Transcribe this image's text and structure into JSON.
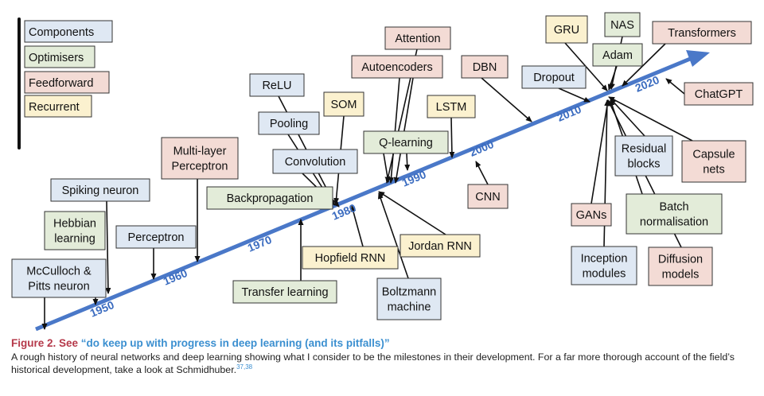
{
  "legend": [
    {
      "label": "Components",
      "category": "components"
    },
    {
      "label": "Optimisers",
      "category": "optimisers"
    },
    {
      "label": "Feedforward",
      "category": "feedforward"
    },
    {
      "label": "Recurrent",
      "category": "recurrent"
    }
  ],
  "colors": {
    "components": "#dfe8f3",
    "optimisers": "#e3ecd9",
    "feedforward": "#f3dbd5",
    "recurrent": "#fbf1cf",
    "timeline": "#4a78c8",
    "year_text": "#3b6cc0",
    "caption_title": "#b5394a",
    "caption_quote": "#3b8fd0"
  },
  "years": [
    "1950",
    "1960",
    "1970",
    "1980",
    "1990",
    "2000",
    "2010",
    "2020"
  ],
  "nodes": [
    {
      "id": "mcculloch",
      "lines": [
        "McCulloch &",
        "Pitts neuron"
      ],
      "category": "components"
    },
    {
      "id": "hebbian",
      "lines": [
        "Hebbian",
        "learning"
      ],
      "category": "optimisers"
    },
    {
      "id": "spiking",
      "lines": [
        "Spiking neuron"
      ],
      "category": "components"
    },
    {
      "id": "perceptron",
      "lines": [
        "Perceptron"
      ],
      "category": "components"
    },
    {
      "id": "multilayer",
      "lines": [
        "Multi-layer",
        "Perceptron"
      ],
      "category": "feedforward"
    },
    {
      "id": "relu",
      "lines": [
        "ReLU"
      ],
      "category": "components"
    },
    {
      "id": "pooling",
      "lines": [
        "Pooling"
      ],
      "category": "components"
    },
    {
      "id": "som",
      "lines": [
        "SOM"
      ],
      "category": "recurrent"
    },
    {
      "id": "convolution",
      "lines": [
        "Convolution"
      ],
      "category": "components"
    },
    {
      "id": "backprop",
      "lines": [
        "Backpropagation"
      ],
      "category": "optimisers"
    },
    {
      "id": "transfer",
      "lines": [
        "Transfer learning"
      ],
      "category": "optimisers"
    },
    {
      "id": "hopfield",
      "lines": [
        "Hopfield RNN"
      ],
      "category": "recurrent"
    },
    {
      "id": "attention",
      "lines": [
        "Attention"
      ],
      "category": "feedforward"
    },
    {
      "id": "autoencoders",
      "lines": [
        "Autoencoders"
      ],
      "category": "feedforward"
    },
    {
      "id": "qlearning",
      "lines": [
        "Q-learning"
      ],
      "category": "optimisers"
    },
    {
      "id": "jordan",
      "lines": [
        "Jordan RNN"
      ],
      "category": "recurrent"
    },
    {
      "id": "boltzmann",
      "lines": [
        "Boltzmann",
        "machine"
      ],
      "category": "components"
    },
    {
      "id": "lstm",
      "lines": [
        "LSTM"
      ],
      "category": "recurrent"
    },
    {
      "id": "cnn",
      "lines": [
        "CNN"
      ],
      "category": "feedforward"
    },
    {
      "id": "dbn",
      "lines": [
        "DBN"
      ],
      "category": "feedforward"
    },
    {
      "id": "dropout",
      "lines": [
        "Dropout"
      ],
      "category": "components"
    },
    {
      "id": "gru",
      "lines": [
        "GRU"
      ],
      "category": "recurrent"
    },
    {
      "id": "nas",
      "lines": [
        "NAS"
      ],
      "category": "optimisers"
    },
    {
      "id": "adam",
      "lines": [
        "Adam"
      ],
      "category": "optimisers"
    },
    {
      "id": "transformers",
      "lines": [
        "Transformers"
      ],
      "category": "feedforward"
    },
    {
      "id": "chatgpt",
      "lines": [
        "ChatGPT"
      ],
      "category": "feedforward"
    },
    {
      "id": "capsule",
      "lines": [
        "Capsule",
        "nets"
      ],
      "category": "feedforward"
    },
    {
      "id": "residual",
      "lines": [
        "Residual",
        "blocks"
      ],
      "category": "components"
    },
    {
      "id": "batchnorm",
      "lines": [
        "Batch",
        "normalisation"
      ],
      "category": "optimisers"
    },
    {
      "id": "gans",
      "lines": [
        "GANs"
      ],
      "category": "feedforward"
    },
    {
      "id": "inception",
      "lines": [
        "Inception",
        "modules"
      ],
      "category": "components"
    },
    {
      "id": "diffusion",
      "lines": [
        "Diffusion",
        "models"
      ],
      "category": "feedforward"
    }
  ],
  "caption": {
    "title_prefix": "Figure 2.  See ",
    "title_quote": "“do keep up with progress in deep learning (and its pitfalls)”",
    "body": "A rough history of neural networks and deep learning showing what I consider to be the milestones in their development. For a far more thorough account of the field’s historical development, take a look at Schmidhuber.",
    "refs": "37,38"
  }
}
